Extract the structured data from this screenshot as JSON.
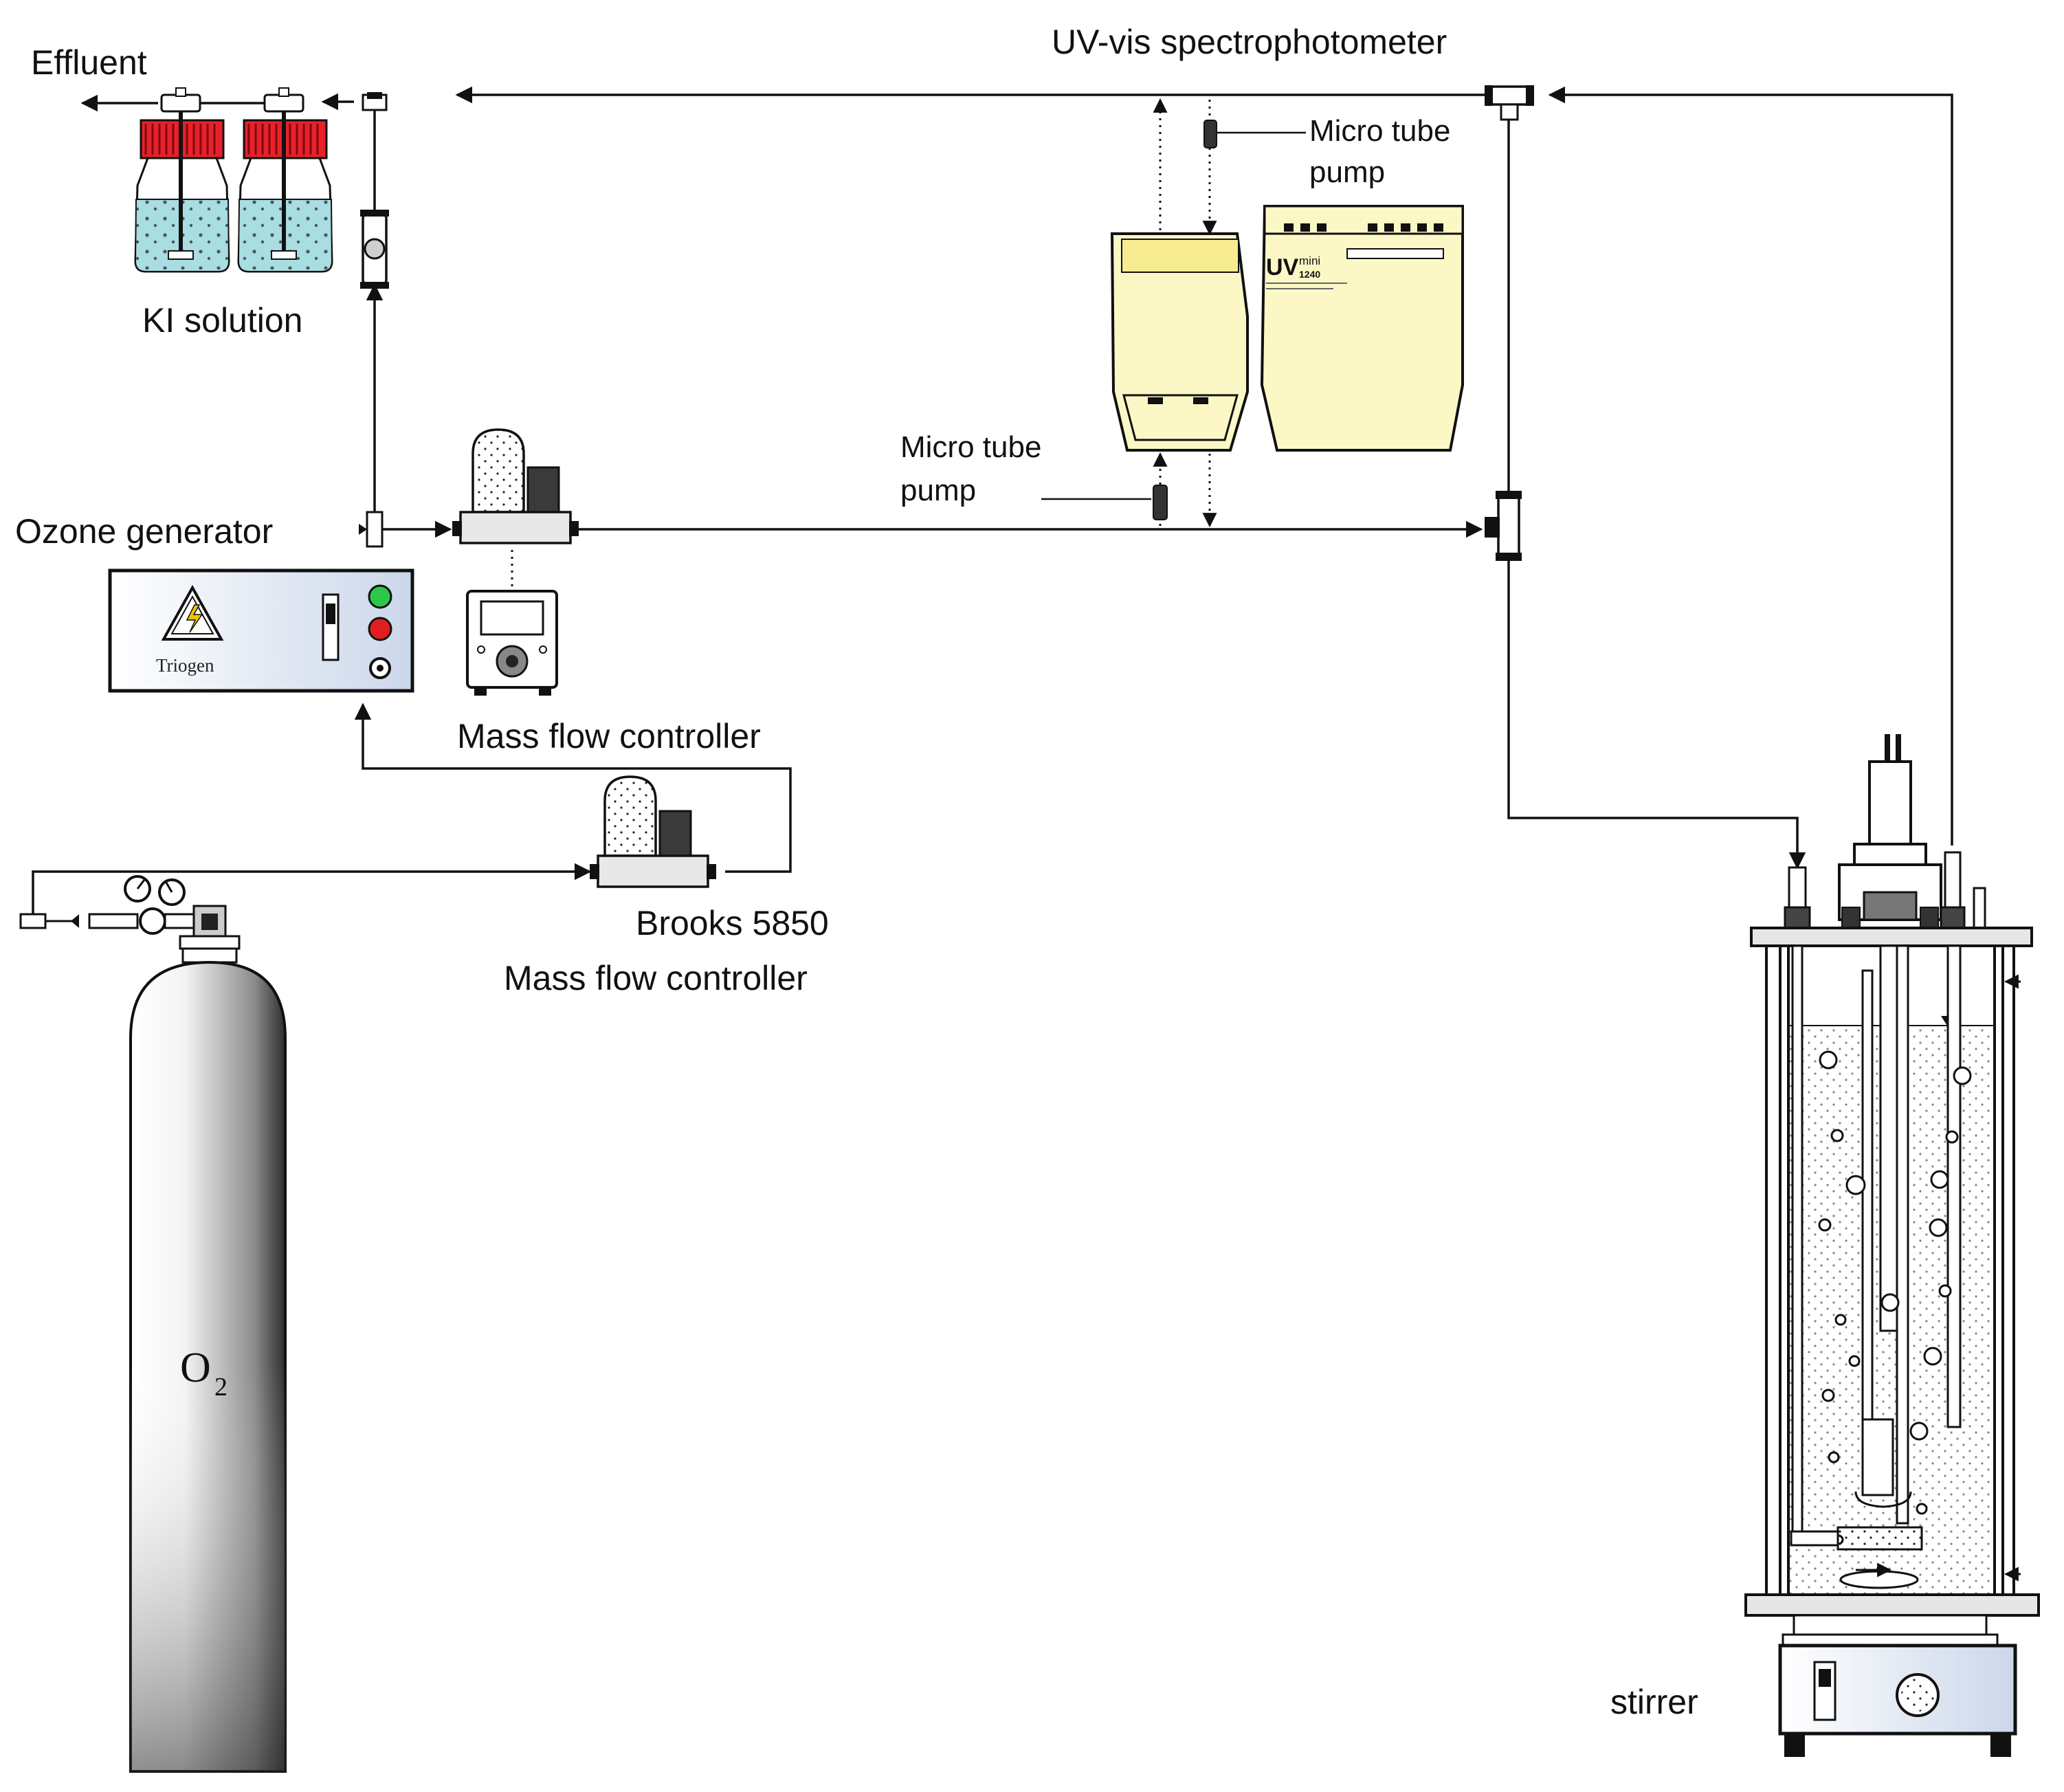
{
  "labels": {
    "effluent": "Effluent",
    "uv_vis": "UV-vis spectrophotometer",
    "micro_pump_top": [
      "Micro tube",
      "pump"
    ],
    "micro_pump_mid": [
      "Micro tube",
      "pump"
    ],
    "ki_solution": "KI solution",
    "ozone_generator": "Ozone generator",
    "mass_flow_controller_1": "Mass flow controller",
    "brooks_model": "Brooks 5850",
    "mass_flow_controller_2": "Mass flow controller",
    "o2_main": "O",
    "o2_sub": "2",
    "stirrer": "stirrer",
    "generator_brand": "Triogen",
    "uv_brand": "UV",
    "uv_model_top": "mini",
    "uv_model_num": "1240"
  },
  "colors": {
    "line": "#111111",
    "ki_cap": "#e8202a",
    "ki_liquid": "#a8dde2",
    "uv_body": "#fbf8c6",
    "uv_panel": "#f8ec92",
    "indicator_green": "#2cc84a",
    "indicator_red": "#e21f1f",
    "panel_tint": "#d4dfef"
  },
  "icons": {
    "warning": "high-voltage-warning-icon",
    "cylinder": "gas-cylinder-icon",
    "gauge": "pressure-gauge-icon"
  }
}
